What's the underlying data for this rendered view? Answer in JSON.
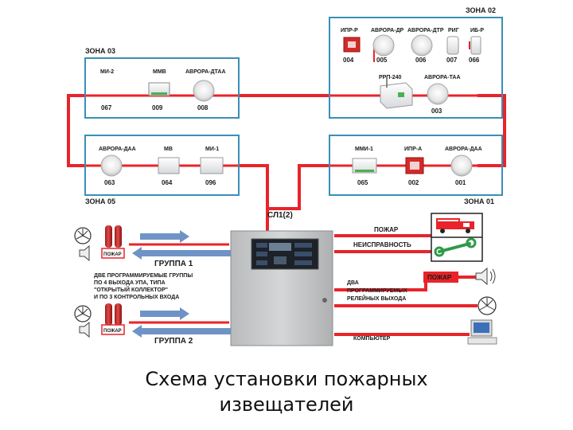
{
  "caption": {
    "line1": "Схема установки пожарных",
    "line2": "извещателей"
  },
  "zones": {
    "z02": "ЗОНА 02",
    "z03": "ЗОНА 03",
    "z05": "ЗОНА 05",
    "z01": "ЗОНА 01"
  },
  "zone02": {
    "d1_name": "ИПР-Р",
    "d1_code": "004",
    "d2_name": "АВРОРА-ДР",
    "d2_code": "005",
    "d3_name": "АВРОРА-ДТР",
    "d3_code": "006",
    "d4_name": "РИГ",
    "d4_code": "007",
    "d5_name": "ИБ-Р",
    "d5_code": "066",
    "d6_name": "РРП-240",
    "d7_name": "АВРОРА-ТАА",
    "d7_code": "003"
  },
  "zone03": {
    "d1_name": "МИ-2",
    "d1_code": "067",
    "d2_name": "ММВ",
    "d2_code": "009",
    "d3_name": "АВРОРА-ДТАА",
    "d3_code": "008"
  },
  "zone05": {
    "d1_name": "АВРОРА-ДАА",
    "d1_code": "063",
    "d2_name": "МВ",
    "d2_code": "064",
    "d3_name": "МИ-1",
    "d3_code": "096"
  },
  "zone01": {
    "d1_name": "ММИ-1",
    "d1_code": "065",
    "d2_name": "ИПР-А",
    "d2_code": "002",
    "d3_name": "АВРОРА-ДАА",
    "d3_code": "001"
  },
  "loop": "СЛ1(2)",
  "left": {
    "group1": "ГРУППА 1",
    "group2": "ГРУППА 2",
    "fire_sign": "ПОЖАР",
    "note1": "ДВЕ ПРОГРАММИРУЕМЫЕ ГРУППЫ",
    "note2": "ПО 4 ВЫХОДА УПА, ТИПА",
    "note3": "\"ОТКРЫТЫЙ КОЛЛЕКТОР\"",
    "note4": "И ПО 3 КОНТРОЛЬНЫХ ВХОДА"
  },
  "right": {
    "fire": "ПОЖАР",
    "fault": "НЕИСПРАВНОСТЬ",
    "fire_sign": "ПОЖАР",
    "relay1": "ДВА",
    "relay2": "ПРОГРАММИРУЕМЫХ",
    "relay3": "РЕЛЕЙНЫХ ВЫХОДА",
    "computer": "КОМПЬЮТЕР"
  },
  "colors": {
    "wire": "#e8242a",
    "zone_border": "#3a8fb7",
    "arrow": "#6f93c6",
    "panel": "#c9cbcc"
  }
}
